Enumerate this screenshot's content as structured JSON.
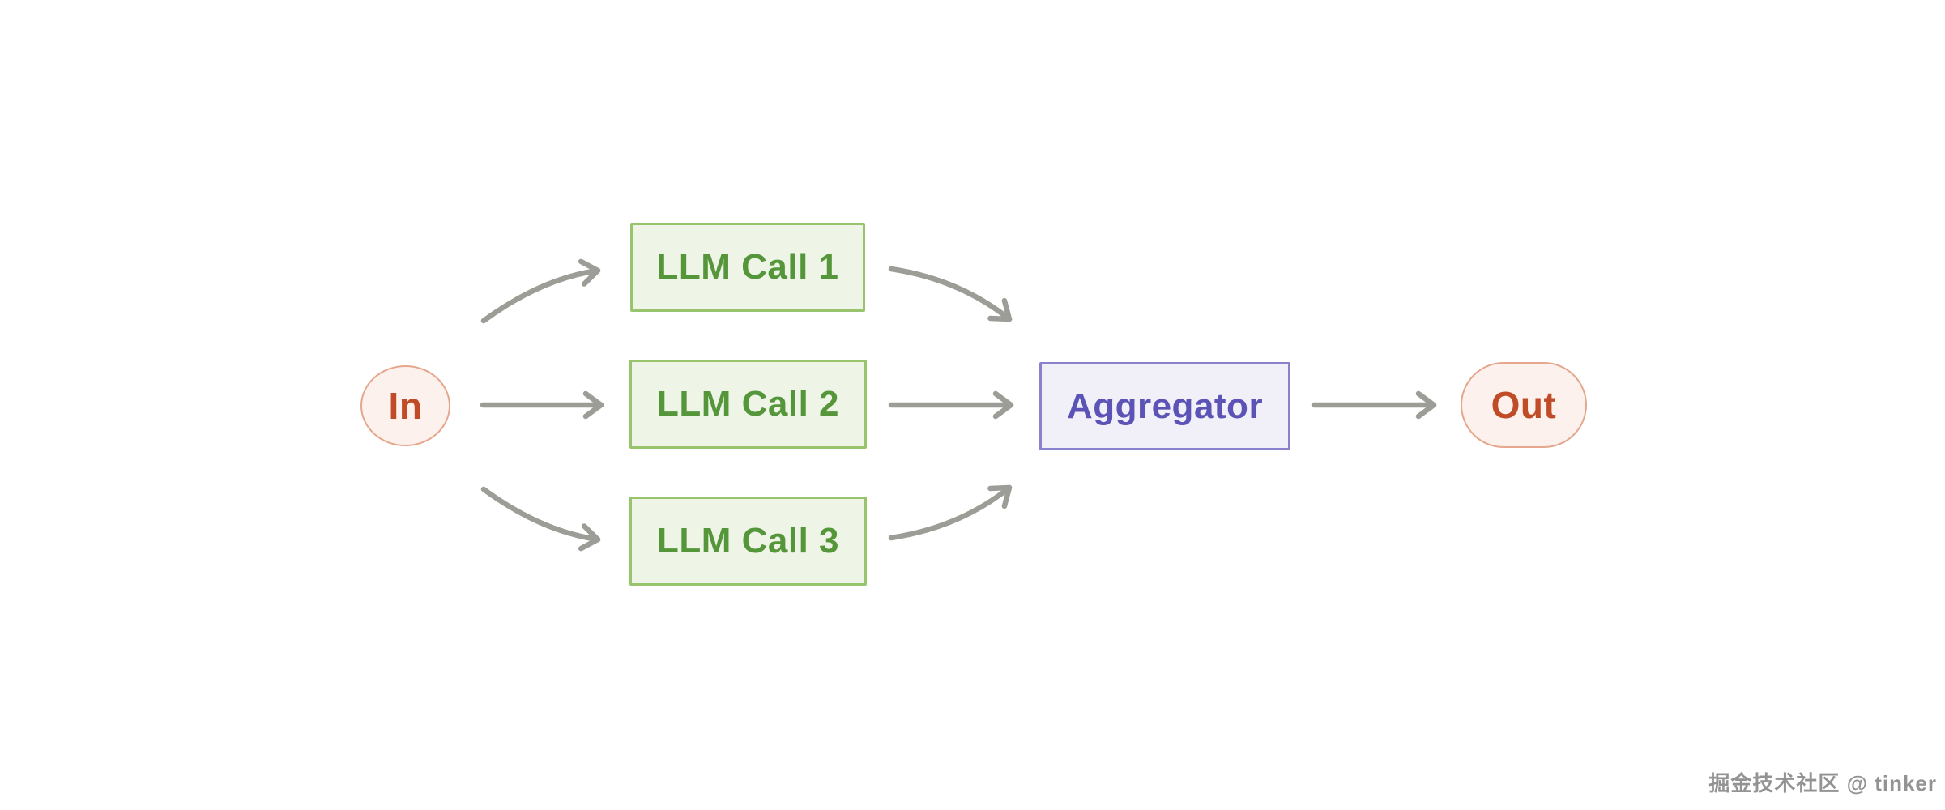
{
  "diagram": {
    "type": "flowchart",
    "pattern": "parallelization-workflow",
    "nodes": [
      {
        "id": "in",
        "label": "In",
        "shape": "circle",
        "fill": "#fcf1ec",
        "border": "#e5a78c",
        "text_color": "#bf4c26"
      },
      {
        "id": "llm-call-1",
        "label": "LLM Call 1",
        "shape": "rect",
        "fill": "#eef5e7",
        "border": "#97c46d",
        "text_color": "#55963b"
      },
      {
        "id": "llm-call-2",
        "label": "LLM Call 2",
        "shape": "rect",
        "fill": "#eef5e7",
        "border": "#97c46d",
        "text_color": "#55963b"
      },
      {
        "id": "llm-call-3",
        "label": "LLM Call 3",
        "shape": "rect",
        "fill": "#eef5e7",
        "border": "#97c46d",
        "text_color": "#55963b"
      },
      {
        "id": "aggregator",
        "label": "Aggregator",
        "shape": "rect",
        "fill": "#f1f0f9",
        "border": "#8a81ce",
        "text_color": "#5b54b6"
      },
      {
        "id": "out",
        "label": "Out",
        "shape": "pill",
        "fill": "#fcf1ec",
        "border": "#e5a78c",
        "text_color": "#bf4c26"
      }
    ],
    "edges": [
      {
        "from": "in",
        "to": "llm-call-1",
        "style": "curved-up"
      },
      {
        "from": "in",
        "to": "llm-call-2",
        "style": "straight"
      },
      {
        "from": "in",
        "to": "llm-call-3",
        "style": "curved-down"
      },
      {
        "from": "llm-call-1",
        "to": "aggregator",
        "style": "curved-down"
      },
      {
        "from": "llm-call-2",
        "to": "aggregator",
        "style": "straight"
      },
      {
        "from": "llm-call-3",
        "to": "aggregator",
        "style": "curved-up"
      },
      {
        "from": "aggregator",
        "to": "out",
        "style": "straight"
      }
    ],
    "edge_color": "#9d9d97",
    "background_color": "#ffffff"
  },
  "watermark": {
    "text": "掘金技术社区 @ tinker"
  }
}
